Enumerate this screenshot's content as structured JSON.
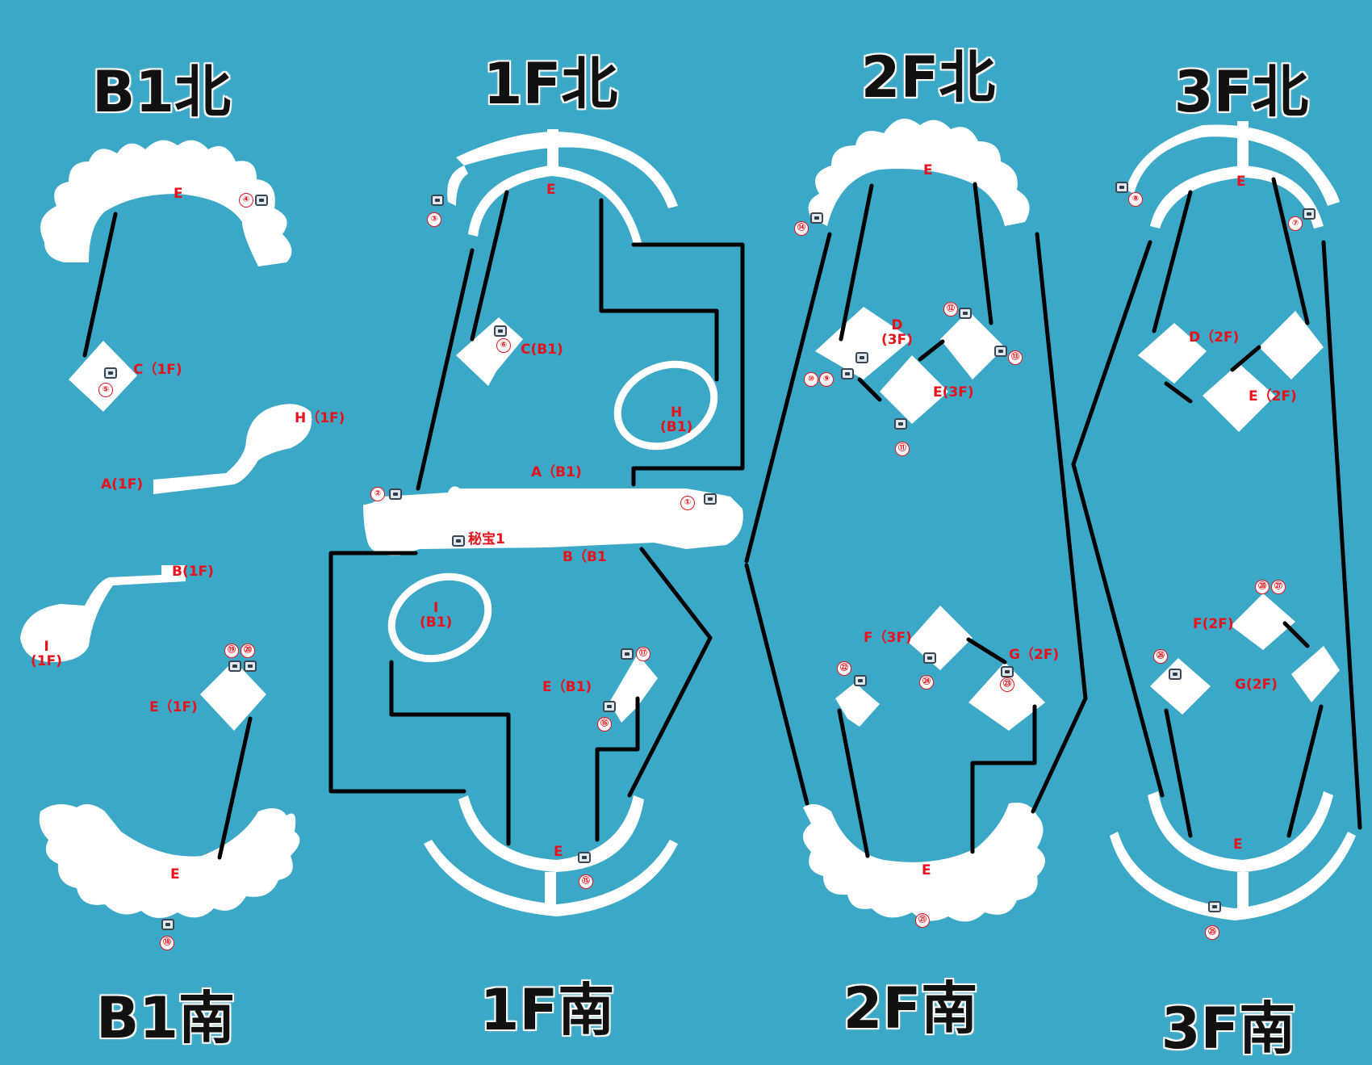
{
  "floors": {
    "b1_north": "B1北",
    "f1_north": "1F北",
    "f2_north": "2F北",
    "f3_north": "3F北",
    "b1_south": "B1南",
    "f1_south": "1F南",
    "f2_south": "2F南",
    "f3_south": "3F南"
  },
  "labels": {
    "b1_e_top": "E",
    "b1_c": "C（1F)",
    "b1_h": "H（1F)",
    "b1_a": "A(1F)",
    "b1_b": "B(1F)",
    "b1_i_1": "I",
    "b1_i_2": "(1F)",
    "b1_e_mid": "E（1F)",
    "b1_e_bottom": "E",
    "f1_e_top": "E",
    "f1_c": "C(B1)",
    "f1_h_1": "H",
    "f1_h_2": "(B1)",
    "f1_a": "A（B1)",
    "f1_treasure": "秘宝1",
    "f1_b": "B（B1",
    "f1_i_1": "I",
    "f1_i_2": "(B1)",
    "f1_e_mid": "E（B1)",
    "f1_e_bottom": "E",
    "f2_e_top": "E",
    "f2_d_1": "D",
    "f2_d_2": "(3F)",
    "f2_e_mid": "E(3F)",
    "f2_f": "F（3F)",
    "f2_g": "G（2F)",
    "f2_e_bottom": "E",
    "f3_e_top": "E",
    "f3_d": "D（2F)",
    "f3_e_mid": "E（2F)",
    "f3_f": "F(2F)",
    "f3_g": "G(2F)",
    "f3_e_bottom": "E"
  },
  "chest_numbers": {
    "n1": "①",
    "n2": "②",
    "n3": "③",
    "n4": "④",
    "n5": "⑤",
    "n6": "⑥",
    "n7": "⑦",
    "n8": "⑧",
    "n9": "⑨",
    "n10": "⑩",
    "n11": "⑪",
    "n12": "⑫",
    "n13": "⑬",
    "n14": "⑭",
    "n15": "⑮",
    "n16": "⑯",
    "n17": "⑰",
    "n18": "⑱",
    "n19": "⑲",
    "n20": "⑳",
    "n21": "㉑",
    "n22": "㉒",
    "n23": "㉓",
    "n24": "㉔",
    "n25": "㉕",
    "n26": "㉖",
    "n27": "㉗",
    "n28": "㉘"
  },
  "colors": {
    "water": "#3aa8c6",
    "floor": "#ffffff",
    "wall": "#000000",
    "label": "#e8121c"
  }
}
